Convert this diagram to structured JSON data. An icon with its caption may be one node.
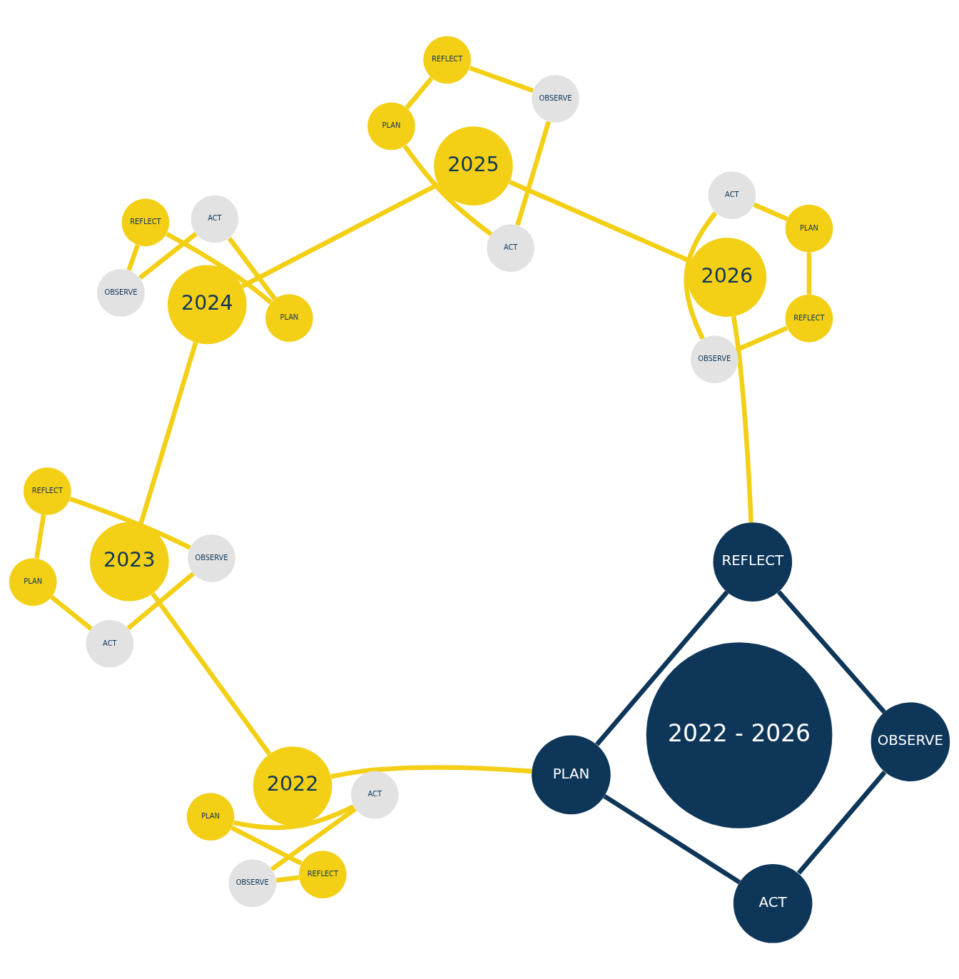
{
  "diagram": {
    "nodes": [
      {
        "text": [
          "2022 - 2026"
        ]
      },
      {
        "text": [
          "PLAN"
        ]
      },
      {
        "text": [
          "ACT"
        ]
      },
      {
        "text": [
          "OBSERVE"
        ]
      },
      {
        "text": [
          "REFLECT"
        ]
      },
      {
        "text": [
          "2022"
        ]
      },
      {
        "text": [
          "PLAN"
        ]
      },
      {
        "text": [
          "ACT"
        ]
      },
      {
        "text": [
          "OBSERVE"
        ]
      },
      {
        "text": [
          "REFLECT"
        ]
      },
      {
        "text": [
          "2023"
        ]
      },
      {
        "text": [
          "PLAN"
        ]
      },
      {
        "text": [
          "ACT"
        ]
      },
      {
        "text": [
          "OBSERVE"
        ]
      },
      {
        "text": [
          "REFLECT"
        ]
      },
      {
        "text": [
          "2024"
        ]
      },
      {
        "text": [
          "PLAN"
        ]
      },
      {
        "text": [
          "ACT"
        ]
      },
      {
        "text": [
          "OBSERVE"
        ]
      },
      {
        "text": [
          "REFLECT"
        ]
      },
      {
        "text": [
          "2025"
        ]
      },
      {
        "text": [
          "PLAN"
        ]
      },
      {
        "text": [
          "ACT"
        ]
      },
      {
        "text": [
          "OBSERVE"
        ]
      },
      {
        "text": [
          "REFLECT"
        ]
      },
      {
        "text": [
          "2026"
        ]
      },
      {
        "text": [
          "PLAN"
        ]
      },
      {
        "text": [
          "ACT"
        ]
      },
      {
        "text": [
          "OBSERVE"
        ]
      },
      {
        "text": [
          "REFLECT"
        ]
      }
    ],
    "edges": [
      {
        "from": 1,
        "to": 2,
        "arrow": "none",
        "color": "#0e3659"
      },
      {
        "from": 2,
        "to": 3,
        "arrow": "none",
        "color": "#0e3659"
      },
      {
        "from": 3,
        "to": 4,
        "arrow": "none",
        "color": "#0e3659"
      },
      {
        "from": 4,
        "to": 1,
        "arrow": "none",
        "color": "#0e3659"
      },
      {
        "from": 6,
        "to": 7,
        "arrow": "none"
      },
      {
        "from": 7,
        "to": 8,
        "arrow": "none"
      },
      {
        "from": 8,
        "to": 9,
        "arrow": "none"
      },
      {
        "from": 9,
        "to": 6,
        "arrow": "none"
      },
      {
        "from": 11,
        "to": 12,
        "arrow": "none"
      },
      {
        "from": 12,
        "to": 13,
        "arrow": "none"
      },
      {
        "from": 13,
        "to": 14,
        "arrow": "none"
      },
      {
        "from": 14,
        "to": 11,
        "arrow": "none"
      },
      {
        "from": 16,
        "to": 17,
        "arrow": "none"
      },
      {
        "from": 17,
        "to": 18,
        "arrow": "none"
      },
      {
        "from": 18,
        "to": 19,
        "arrow": "none"
      },
      {
        "from": 19,
        "to": 16,
        "arrow": "none"
      },
      {
        "from": 21,
        "to": 22,
        "arrow": "none"
      },
      {
        "from": 22,
        "to": 23,
        "arrow": "none"
      },
      {
        "from": 23,
        "to": 24,
        "arrow": "none"
      },
      {
        "from": 24,
        "to": 21,
        "arrow": "none"
      },
      {
        "from": 26,
        "to": 27,
        "arrow": "none"
      },
      {
        "from": 27,
        "to": 28,
        "arrow": "none"
      },
      {
        "from": 28,
        "to": 29,
        "arrow": "none"
      },
      {
        "from": 29,
        "to": 26,
        "arrow": "none"
      },
      {
        "from": 1,
        "to": 5,
        "arrow": "none"
      },
      {
        "from": 5,
        "to": 10,
        "arrow": "none"
      },
      {
        "from": 10,
        "to": 15,
        "arrow": "none"
      },
      {
        "from": 15,
        "to": 20,
        "arrow": "none"
      },
      {
        "from": 20,
        "to": 25,
        "arrow": "none"
      },
      {
        "from": 25,
        "to": 4,
        "arrow": "none"
      }
    ]
  }
}
